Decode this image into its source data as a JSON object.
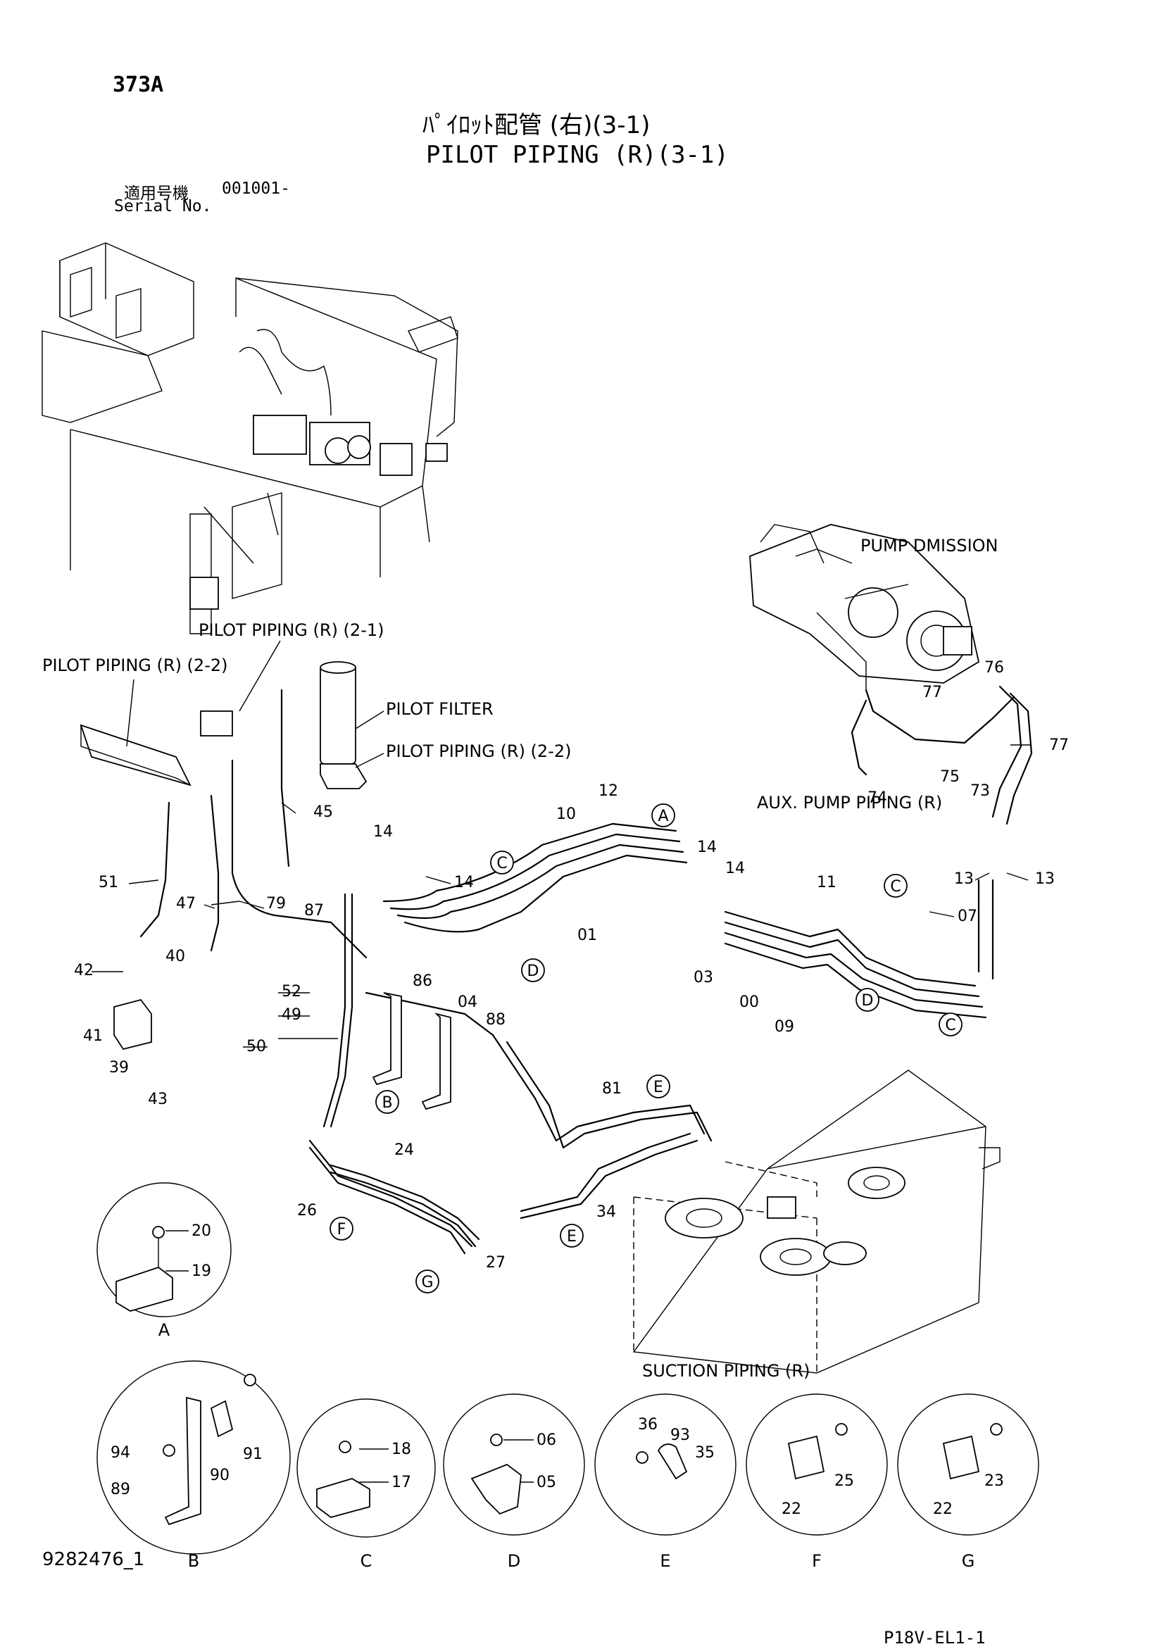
{
  "header": {
    "page_code": "373A",
    "title_jp": "ﾊﾟｲﾛｯﾄ配管 (右)(3-1)",
    "title_en": "PILOT PIPING (R)(3-1)",
    "serial_label_jp": "適用号機",
    "serial_value": "001001-",
    "serial_label_en": "Serial No."
  },
  "callouts": [
    "PUMP DMISSION",
    "PILOT PIPING (R) (2-1)",
    "PILOT PIPING (R) (2-2)",
    "PILOT FILTER",
    "PILOT PIPING (R) (2-2)",
    "AUX. PUMP PIPING (R)",
    "SUCTION PIPING (R)"
  ],
  "part_numbers": [
    "76",
    "77",
    "77",
    "75",
    "73",
    "74",
    "12",
    "10",
    "14",
    "14",
    "14",
    "14",
    "11",
    "13",
    "13",
    "07",
    "01",
    "03",
    "00",
    "09",
    "04",
    "45",
    "51",
    "47",
    "79",
    "87",
    "86",
    "88",
    "52",
    "49",
    "50",
    "42",
    "40",
    "41",
    "39",
    "43",
    "81",
    "24",
    "34",
    "26",
    "27",
    "20",
    "19",
    "18",
    "17",
    "06",
    "05",
    "36",
    "93",
    "35",
    "94",
    "89",
    "90",
    "91",
    "25",
    "22",
    "23",
    "22"
  ],
  "ref_letters": [
    "A",
    "C",
    "D",
    "C",
    "D",
    "C",
    "E",
    "B",
    "E",
    "F",
    "G"
  ],
  "detail_labels": [
    "A",
    "B",
    "C",
    "D",
    "E",
    "F",
    "G"
  ],
  "footer": {
    "drawing_no": "9282476_1",
    "page_ref": "P18V-EL1-1"
  }
}
